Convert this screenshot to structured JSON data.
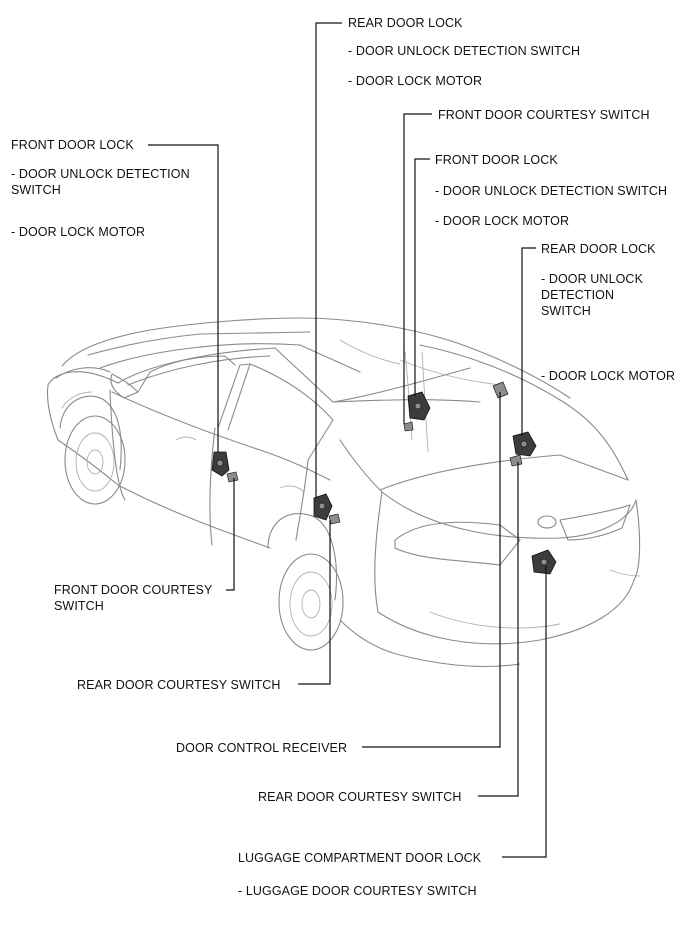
{
  "labels": {
    "rear_door_lock_right": "REAR DOOR LOCK",
    "rear_door_lock_right_sub1": "- DOOR UNLOCK DETECTION SWITCH",
    "rear_door_lock_right_sub2": "- DOOR LOCK MOTOR",
    "front_door_courtesy_right": "FRONT DOOR COURTESY SWITCH",
    "front_door_lock_right": "FRONT DOOR LOCK",
    "front_door_lock_right_sub1": "- DOOR UNLOCK DETECTION SWITCH",
    "front_door_lock_right_sub2": "- DOOR LOCK MOTOR",
    "rear_door_lock_left": "REAR DOOR LOCK",
    "rear_door_lock_left_sub1_l1": "- DOOR UNLOCK",
    "rear_door_lock_left_sub1_l2": "DETECTION",
    "rear_door_lock_left_sub1_l3": "SWITCH",
    "rear_door_lock_left_sub2": "- DOOR LOCK MOTOR",
    "front_door_lock_left": "FRONT DOOR LOCK",
    "front_door_lock_left_sub1_l1": "- DOOR UNLOCK DETECTION",
    "front_door_lock_left_sub1_l2": "SWITCH",
    "front_door_lock_left_sub2": "- DOOR LOCK MOTOR",
    "front_door_courtesy_left_l1": "FRONT DOOR COURTESY",
    "front_door_courtesy_left_l2": "SWITCH",
    "rear_door_courtesy_left": "REAR DOOR COURTESY SWITCH",
    "door_control_receiver": "DOOR CONTROL RECEIVER",
    "rear_door_courtesy_right": "REAR DOOR COURTESY SWITCH",
    "luggage_door_lock": "LUGGAGE COMPARTMENT DOOR LOCK",
    "luggage_door_lock_sub": "- LUGGAGE DOOR COURTESY SWITCH"
  }
}
